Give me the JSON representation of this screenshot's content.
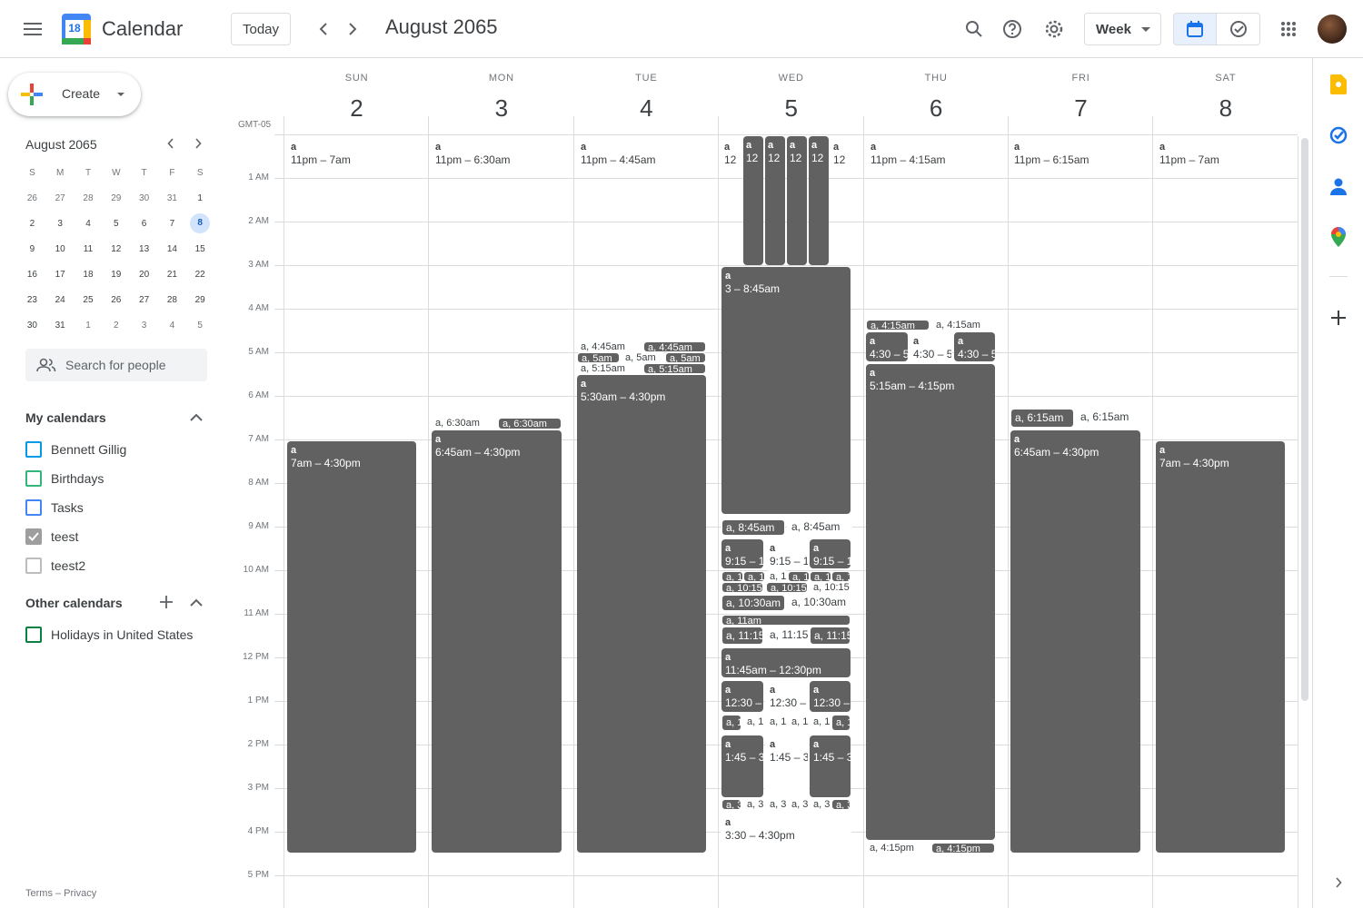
{
  "header": {
    "app_title": "Calendar",
    "logo_day": "18",
    "today_label": "Today",
    "month_label": "August 2065",
    "view_label": "Week"
  },
  "sidebar": {
    "create_label": "Create",
    "mini_month_title": "August 2065",
    "weekday_initials": [
      "S",
      "M",
      "T",
      "W",
      "T",
      "F",
      "S"
    ],
    "mini_weeks": [
      [
        "26",
        "27",
        "28",
        "29",
        "30",
        "31",
        "1"
      ],
      [
        "2",
        "3",
        "4",
        "5",
        "6",
        "7",
        "8"
      ],
      [
        "9",
        "10",
        "11",
        "12",
        "13",
        "14",
        "15"
      ],
      [
        "16",
        "17",
        "18",
        "19",
        "20",
        "21",
        "22"
      ],
      [
        "23",
        "24",
        "25",
        "26",
        "27",
        "28",
        "29"
      ],
      [
        "30",
        "31",
        "1",
        "2",
        "3",
        "4",
        "5"
      ]
    ],
    "selected_day": "8",
    "search_placeholder": "Search for people",
    "my_calendars_title": "My calendars",
    "my_calendars": [
      {
        "label": "Bennett Gillig",
        "color": "#039be5",
        "checked": false
      },
      {
        "label": "Birthdays",
        "color": "#33b679",
        "checked": false
      },
      {
        "label": "Tasks",
        "color": "#4285f4",
        "checked": false
      },
      {
        "label": "teest",
        "color": "#9e9e9e",
        "checked": true
      },
      {
        "label": "teest2",
        "color": "#bdbdbd",
        "checked": false
      }
    ],
    "other_calendars_title": "Other calendars",
    "other_calendars": [
      {
        "label": "Holidays in United States",
        "color": "#0b8043",
        "checked": false
      }
    ],
    "footer": "Terms – Privacy"
  },
  "grid": {
    "timezone": "GMT-05",
    "days": [
      {
        "name": "SUN",
        "num": "2"
      },
      {
        "name": "MON",
        "num": "3"
      },
      {
        "name": "TUE",
        "num": "4"
      },
      {
        "name": "WED",
        "num": "5"
      },
      {
        "name": "THU",
        "num": "6"
      },
      {
        "name": "FRI",
        "num": "7"
      },
      {
        "name": "SAT",
        "num": "8"
      }
    ],
    "hours": [
      "1 AM",
      "2 AM",
      "3 AM",
      "4 AM",
      "5 AM",
      "6 AM",
      "7 AM",
      "8 AM",
      "9 AM",
      "10 AM",
      "11 AM",
      "12 PM",
      "1 PM",
      "2 PM",
      "3 PM",
      "4 PM",
      "5 PM"
    ]
  },
  "events": {
    "sun_night": {
      "title": "a",
      "time": "11pm – 7am"
    },
    "sun_day": {
      "title": "a",
      "time": "7am – 4:30pm"
    },
    "mon_night": {
      "title": "a",
      "time": "11pm – 6:30am"
    },
    "mon_630a": "a, 6:30am",
    "mon_630b": "a, 6:30am",
    "mon_day": {
      "title": "a",
      "time": "6:45am – 4:30pm"
    },
    "tue_night": {
      "title": "a",
      "time": "11pm – 4:45am"
    },
    "tue_445a": "a, 4:45am",
    "tue_445b": "a, 4:45am",
    "tue_5a": "a, 5am",
    "tue_5b": "a, 5am",
    "tue_5c": "a, 5am",
    "tue_515a": "a, 5:15am",
    "tue_515b": "a, 5:15am",
    "tue_day": {
      "title": "a",
      "time": "5:30am – 4:30pm"
    },
    "wed_night": {
      "title": "a",
      "time": "12"
    },
    "wed_3": {
      "title": "a",
      "time": "3 – 8:45am"
    },
    "wed_845a": "a, 8:45am",
    "wed_845b": "a, 8:45am",
    "wed_915": {
      "title": "a",
      "time": "9:15 – 1"
    },
    "wed_10a": "a, 1",
    "wed_1015a": "a, 10:15",
    "wed_1030a": "a, 10:30am",
    "wed_1030b": "a, 10:30am",
    "wed_11": "a, 11am",
    "wed_1115": "a, 11:15",
    "wed_1145": {
      "title": "a",
      "time": "11:45am – 12:30pm"
    },
    "wed_1230": {
      "title": "a",
      "time": "12:30 –"
    },
    "wed_130": "a, 1",
    "wed_145": {
      "title": "a",
      "time": "1:45 – 3"
    },
    "wed_315": "a, 3",
    "wed_330": {
      "title": "a",
      "time": "3:30 – 4:30pm"
    },
    "thu_night": {
      "title": "a",
      "time": "11pm – 4:15am"
    },
    "thu_415a": "a, 4:15am",
    "thu_415b": "a, 4:15am",
    "thu_430": {
      "title": "a",
      "time": "4:30 – 5"
    },
    "thu_day": {
      "title": "a",
      "time": "5:15am – 4:15pm"
    },
    "thu_415pa": "a, 4:15pm",
    "thu_415pb": "a, 4:15pm",
    "fri_night": {
      "title": "a",
      "time": "11pm – 6:15am"
    },
    "fri_615a": "a, 6:15am",
    "fri_615b": "a, 6:15am",
    "fri_day": {
      "title": "a",
      "time": "6:45am – 4:30pm"
    },
    "sat_night": {
      "title": "a",
      "time": "11pm – 7am"
    },
    "sat_day": {
      "title": "a",
      "time": "7am – 4:30pm"
    }
  },
  "colors": {
    "event": "#616161",
    "accent": "#1a73e8",
    "selected_day_bg": "#d2e3fc"
  }
}
